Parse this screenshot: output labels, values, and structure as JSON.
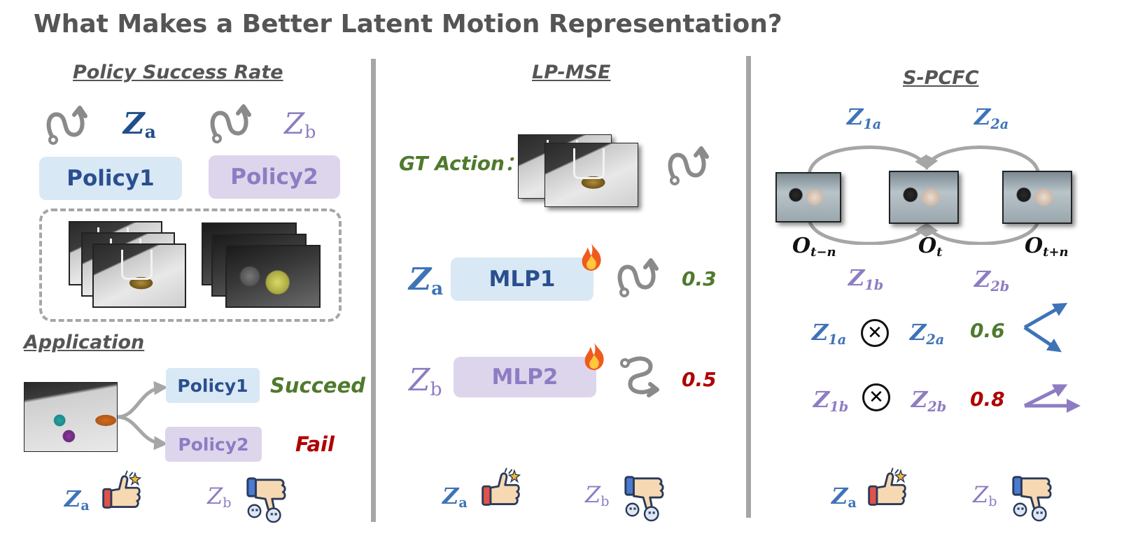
{
  "title": "What Makes a Better Latent Motion Representation?",
  "sections": {
    "policy": {
      "title": "Policy Success Rate",
      "policy1": "Policy1",
      "policy2": "Policy2",
      "application": "Application",
      "app_policy1": "Policy1",
      "app_policy2": "Policy2",
      "succeed": "Succeed",
      "fail": "Fail"
    },
    "lpmse": {
      "title": "LP-MSE",
      "gt_action": "GT Action：",
      "mlp1": "MLP1",
      "mlp2": "MLP2",
      "value_a": "0.3",
      "value_b": "0.5"
    },
    "spcfc": {
      "title": "S-PCFC",
      "value_a": "0.6",
      "value_b": "0.8"
    }
  },
  "labels": {
    "z": "Z",
    "a": "a",
    "b": "b",
    "z1a_sub": "1a",
    "z2a_sub": "2a",
    "z1b_sub": "1b",
    "z2b_sub": "2b",
    "o": "O",
    "o_t_minus_n": "t−n",
    "o_t": "t",
    "o_t_plus_n": "t+n"
  },
  "colors": {
    "blue": "#3e73b8",
    "purple": "#8e7cc3",
    "green": "#4f7a2d",
    "red": "#b00000",
    "gray": "#a6a6a6"
  },
  "icons": [
    "trajectory-icon",
    "thumbs-up-icon",
    "thumbs-down-icon",
    "fire-icon",
    "otimes-icon"
  ]
}
